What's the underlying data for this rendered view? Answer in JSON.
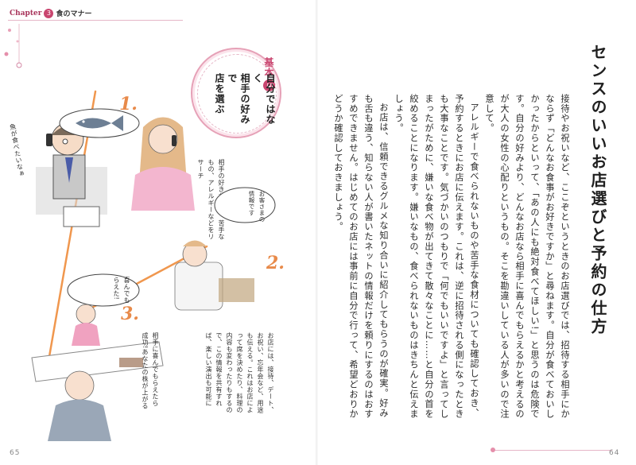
{
  "left_page": {
    "chapter_label": "Chapter",
    "chapter_number": "3",
    "chapter_title": "食のマナー",
    "badge": {
      "label": "基本",
      "number": "5",
      "lines": [
        "自分ではなく",
        "相手の好みで",
        "店を選ぶ"
      ]
    },
    "panels": [
      "1.",
      "2.",
      "3."
    ],
    "speech_bubbles": {
      "fish": "魚が食べたいなぁ",
      "guest": "お客さまの情報です",
      "happy": "喜んでもらえた!"
    },
    "notes": {
      "note1": "相手の好きなもの、苦手なもの、アレルギーなどをリサーチ",
      "note2": "お店には、接待、デート、お祝い、忘年会など、用途も伝える。これはお店によって席を決めたり、料理の内容も変わったりもするので、この情報を共有すれば、楽しい演出も可能に",
      "note3": "相手に喜んでもらえたら成功!あなたの株が上がる"
    },
    "page_number": "65"
  },
  "right_page": {
    "heading": "センスのいいお店選びと予約の仕方",
    "paragraphs": [
      "接待やお祝いなど、ここぞというときのお店選びでは、招待する相手にかならず「どんなお食事がお好きですか」と尋ねます。自分が食べておいしかったからといって、「あの人にも絶対食べてほしい!」と思うのは危険です。自分の好みより、どんなお店なら相手に喜んでもらえるかと考えるのが大人の女性の心配りというもの。そこを勘違いしている人が多いので注意して。",
      "アレルギーで食べられないものや苦手な食材についても確認しておき、予約するときにお店に伝えます。これは、逆に招待される側になったときも大事なことです。気づかいのつもりで「何でもいいですよ」と言ってしまったがために、嫌いな食べ物が出てきて散々なことに……と自分の首を絞めることになります。嫌いなもの、食べられないものはきちんと伝えましょう。",
      "お店は、信頼できるグルメな知り合いに紹介してもらうのが確実。好みも舌も違う、知らない人が書いたネットの情報だけを頼りにするのはおすすめできません。はじめてのお店には事前に自分で行って、希望どおりかどうか確認しておきましょう。"
    ],
    "page_number": "64"
  }
}
